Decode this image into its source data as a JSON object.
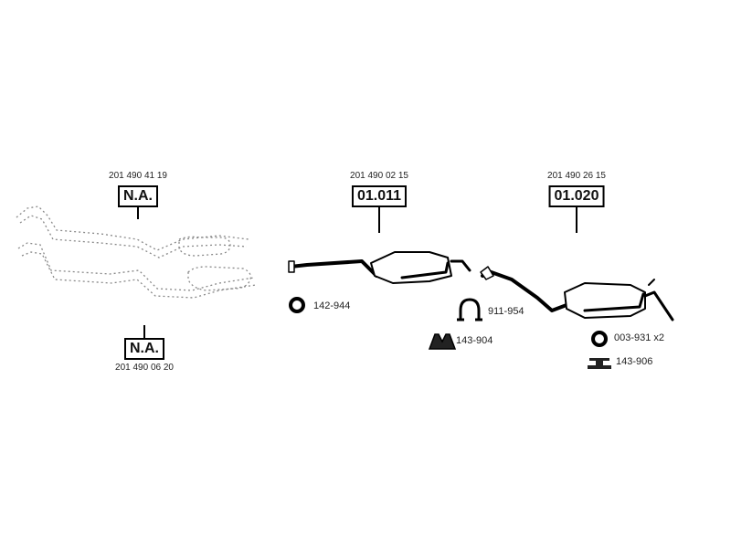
{
  "groups": [
    {
      "oe_number": "201 490 41 19",
      "part_code": "N.A."
    },
    {
      "oe_number": "201 490 02 15",
      "part_code": "01.011"
    },
    {
      "oe_number": "201 490 26 15",
      "part_code": "01.020"
    },
    {
      "oe_number": "201 490 06 20",
      "part_code": "N.A."
    }
  ],
  "fittings": [
    {
      "code": "142-944",
      "icon": "ring-gasket-icon"
    },
    {
      "code": "911-954",
      "icon": "clamp-icon"
    },
    {
      "code": "143-904",
      "icon": "rubber-hanger-icon"
    },
    {
      "code": "003-931 x2",
      "icon": "ring-gasket-icon"
    },
    {
      "code": "143-906",
      "icon": "rubber-mount-icon"
    }
  ]
}
